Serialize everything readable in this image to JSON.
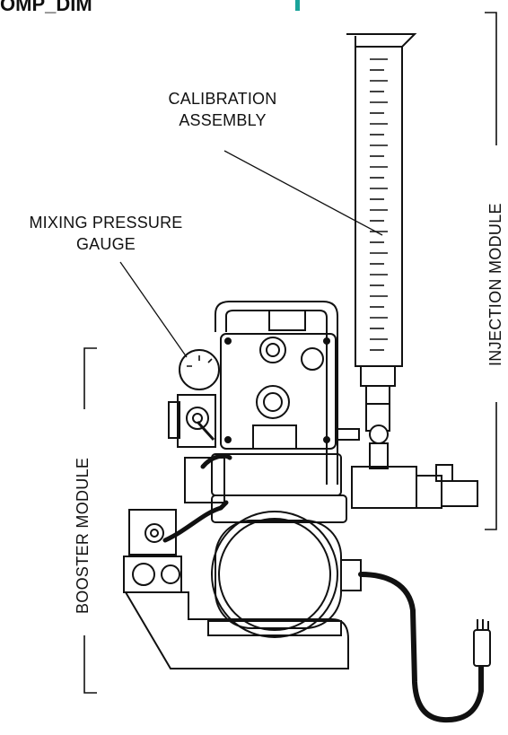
{
  "title_fragment": "OMP_DIM",
  "labels": {
    "calibration_assembly": [
      "CALIBRATION",
      "ASSEMBLY"
    ],
    "mixing_pressure_gauge": [
      "MIXING PRESSURE",
      "GAUGE"
    ],
    "injection_module": "INJECTION MODULE",
    "booster_module": "BOOSTER MODULE"
  },
  "colors": {
    "line": "#111111",
    "accent": "#1aa39a",
    "background": "#ffffff"
  }
}
